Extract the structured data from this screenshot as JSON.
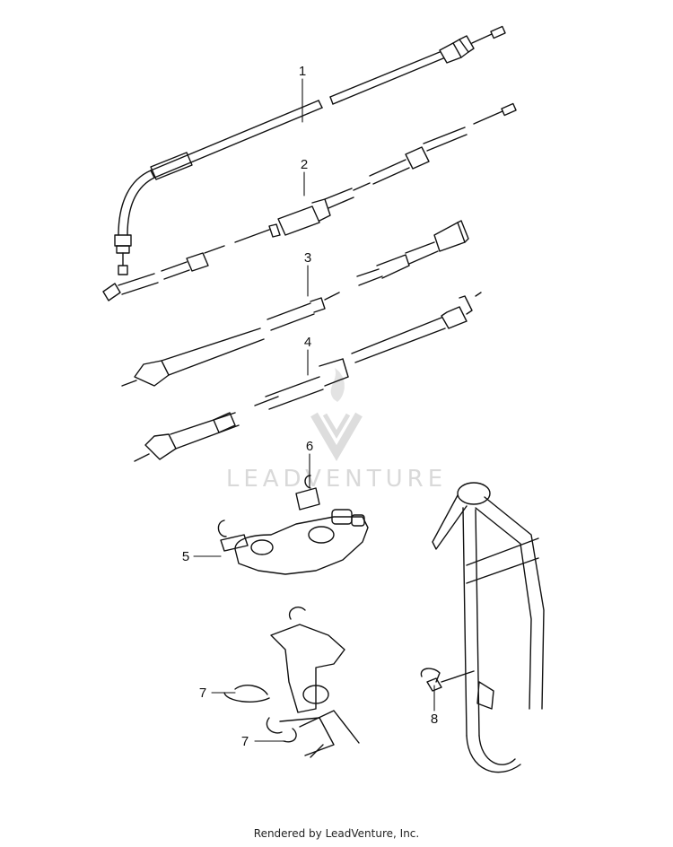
{
  "callouts": {
    "c1": "1",
    "c2": "2",
    "c3": "3",
    "c4": "4",
    "c5": "5",
    "c6": "6",
    "c7a": "7",
    "c7b": "7",
    "c8": "8"
  },
  "watermark": {
    "text": "LEADVENTURE"
  },
  "footer": {
    "text": "Rendered by LeadVenture, Inc."
  },
  "colors": {
    "ink": "#111111",
    "watermark": "#d9d9d9"
  }
}
